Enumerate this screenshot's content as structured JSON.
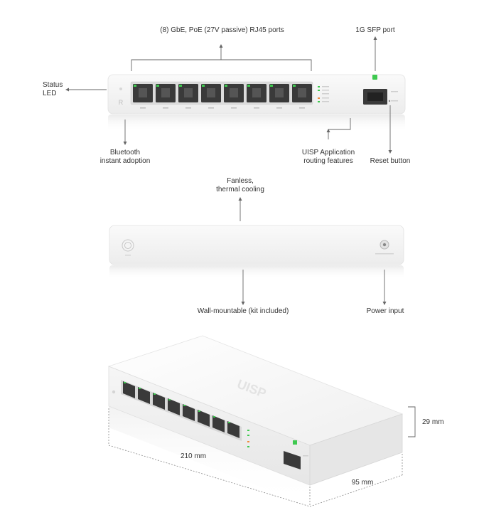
{
  "labels": {
    "ports": "(8) GbE, PoE (27V passive) RJ45 ports",
    "sfp": "1G SFP port",
    "status_led_1": "Status",
    "status_led_2": "LED",
    "bluetooth_1": "Bluetooth",
    "bluetooth_2": "instant adoption",
    "uisp_routing_1": "UISP Application",
    "uisp_routing_2": "routing features",
    "reset": "Reset button",
    "fanless_1": "Fanless,",
    "fanless_2": "thermal cooling",
    "wall_mount": "Wall-mountable (kit included)",
    "power": "Power input",
    "width": "210 mm",
    "depth": "95 mm",
    "height": "29 mm"
  },
  "device": {
    "front_logo": "R",
    "brand": "UISP"
  },
  "colors": {
    "body": "#f3f3f3",
    "port_led": "#3ec94f",
    "warn_led": "#f08a3c",
    "leader": "#666666"
  }
}
